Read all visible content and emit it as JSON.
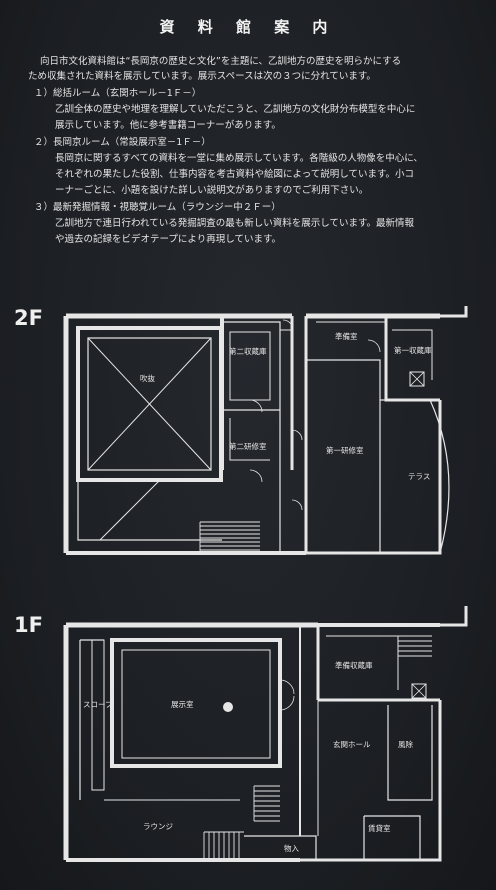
{
  "title": "資 料 館 案 内",
  "intro": [
    "向日市文化資料館は“長岡京の歴史と文化”を主題に、乙訓地方の歴史を明らかにする",
    "ため収集された資料を展示しています。展示スペースは次の３つに分れています。"
  ],
  "sections": [
    {
      "heading": "１）総括ルーム（玄関ホール－1Ｆ－）",
      "lines": [
        "乙訓全体の歴史や地理を理解していただこうと、乙訓地方の文化財分布模型を中心に",
        "展示しています。他に参考書籍コーナーがあります。"
      ]
    },
    {
      "heading": "２）長岡京ルーム（常設展示室－1Ｆ－）",
      "lines": [
        "長岡京に関するすべての資料を一堂に集め展示しています。各階級の人物像を中心に、",
        "それぞれの果たした役割、仕事内容を考古資料や絵図によって説明しています。小コ",
        "ーナーごとに、小題を設けた詳しい説明文がありますのでご利用下さい。"
      ]
    },
    {
      "heading": "３）最新発掘情報・視聴覚ルーム（ラウンジー中２Ｆー）",
      "lines": [
        "乙訓地方で連日行われている発掘調査の最も新しい資料を展示しています。最新情報",
        "や過去の記録をビデオテープにより再現しています。"
      ]
    }
  ],
  "floor2": {
    "label": "2F",
    "rooms": {
      "atrium": "吹抜",
      "storage2": "第二収蔵庫",
      "training2": "第二研修室",
      "prep": "準備室",
      "storage1": "第一収蔵庫",
      "training1": "第一研修室",
      "terrace": "テラス"
    }
  },
  "floor1": {
    "label": "1F",
    "rooms": {
      "exhibition": "展示室",
      "slope": "スロープ",
      "lounge": "ラウンジ",
      "prep_storage": "準備収蔵庫",
      "entrance": "玄関ホール",
      "windbreak": "風除",
      "loading": "物入",
      "office": "賃貸室"
    }
  }
}
